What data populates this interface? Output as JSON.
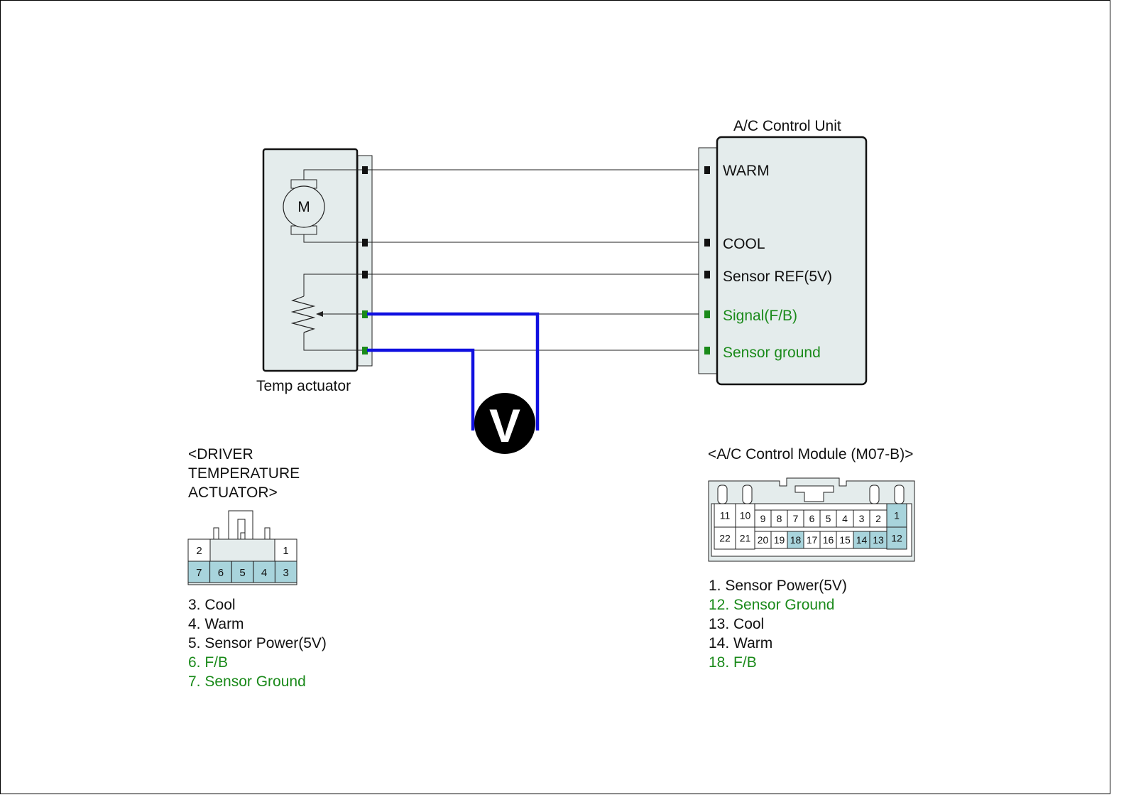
{
  "units": {
    "actuator_label": "Temp actuator",
    "control_unit_label": "A/C Control Unit",
    "motor_symbol": "M",
    "meter_symbol": "V"
  },
  "control_unit_terminals": [
    {
      "label": "WARM",
      "color": "#111111"
    },
    {
      "label": "COOL",
      "color": "#111111"
    },
    {
      "label": "Sensor REF(5V)",
      "color": "#111111"
    },
    {
      "label": "Signal(F/B)",
      "color": "#1a8a1a"
    },
    {
      "label": "Sensor ground",
      "color": "#1a8a1a"
    }
  ],
  "driver_connector": {
    "title_lines": [
      "<DRIVER",
      "TEMPERATURE",
      "ACTUATOR>"
    ],
    "top_pins": [
      "2",
      "1"
    ],
    "bottom_pins": [
      "7",
      "6",
      "5",
      "4",
      "3"
    ],
    "highlighted": [
      "7",
      "6",
      "5",
      "4",
      "3"
    ],
    "legend": [
      {
        "text": "3. Cool",
        "green": false
      },
      {
        "text": "4. Warm",
        "green": false
      },
      {
        "text": "5. Sensor Power(5V)",
        "green": false
      },
      {
        "text": "6. F/B",
        "green": true
      },
      {
        "text": "7. Sensor Ground",
        "green": true
      }
    ]
  },
  "ac_module_connector": {
    "title": "<A/C Control Module (M07-B)>",
    "top_row": [
      "11",
      "10",
      "9",
      "8",
      "7",
      "6",
      "5",
      "4",
      "3",
      "2",
      "1"
    ],
    "bottom_row": [
      "22",
      "21",
      "20",
      "19",
      "18",
      "17",
      "16",
      "15",
      "14",
      "13",
      "12"
    ],
    "highlighted": [
      "1",
      "12",
      "13",
      "14",
      "18"
    ],
    "legend": [
      {
        "text": "1. Sensor Power(5V)",
        "green": false
      },
      {
        "text": "12. Sensor Ground",
        "green": true
      },
      {
        "text": "13. Cool",
        "green": false
      },
      {
        "text": "14. Warm",
        "green": false
      },
      {
        "text": "18. F/B",
        "green": true
      }
    ]
  },
  "colors": {
    "probe_wire": "#1010e0",
    "terminal_green": "#1a8a1a",
    "pin_highlight": "#a8d4dc",
    "box_fill": "#e4ecec"
  }
}
